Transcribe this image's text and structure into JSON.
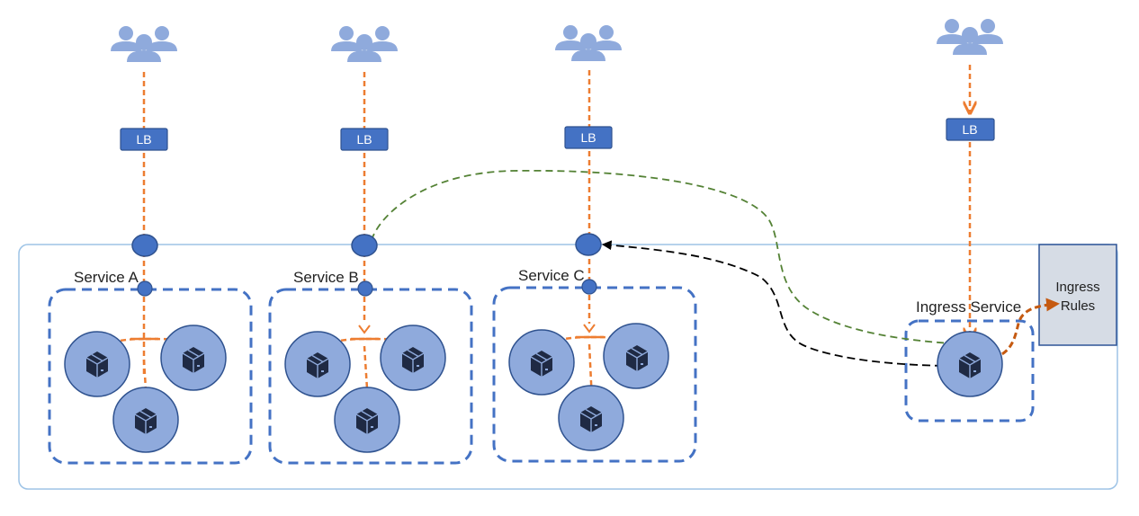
{
  "services": [
    {
      "label": "Service A"
    },
    {
      "label": "Service B"
    },
    {
      "label": "Service C"
    }
  ],
  "ingress": {
    "service_label": "Ingress Service",
    "rules_label_line1": "Ingress",
    "rules_label_line2": "Rules"
  },
  "load_balancers": [
    {
      "label": "LB"
    },
    {
      "label": "LB"
    },
    {
      "label": "LB"
    },
    {
      "label": "LB"
    }
  ],
  "icons": {
    "users": "users-group-icon",
    "pod": "container-box-icon"
  },
  "colors": {
    "flow": "#ED7D31",
    "flow_dark": "#C55A11",
    "node": "#4472C4",
    "node_stroke": "#2F528F",
    "lb_fill": "#4472C4",
    "pod_fill": "#8FAADC",
    "users": "#8FAADC",
    "cluster_border": "#9DC3E6",
    "rules_fill": "#D6DCE5",
    "rules_border": "#2F5597",
    "green_route": "#548235",
    "black_route": "#000000"
  }
}
